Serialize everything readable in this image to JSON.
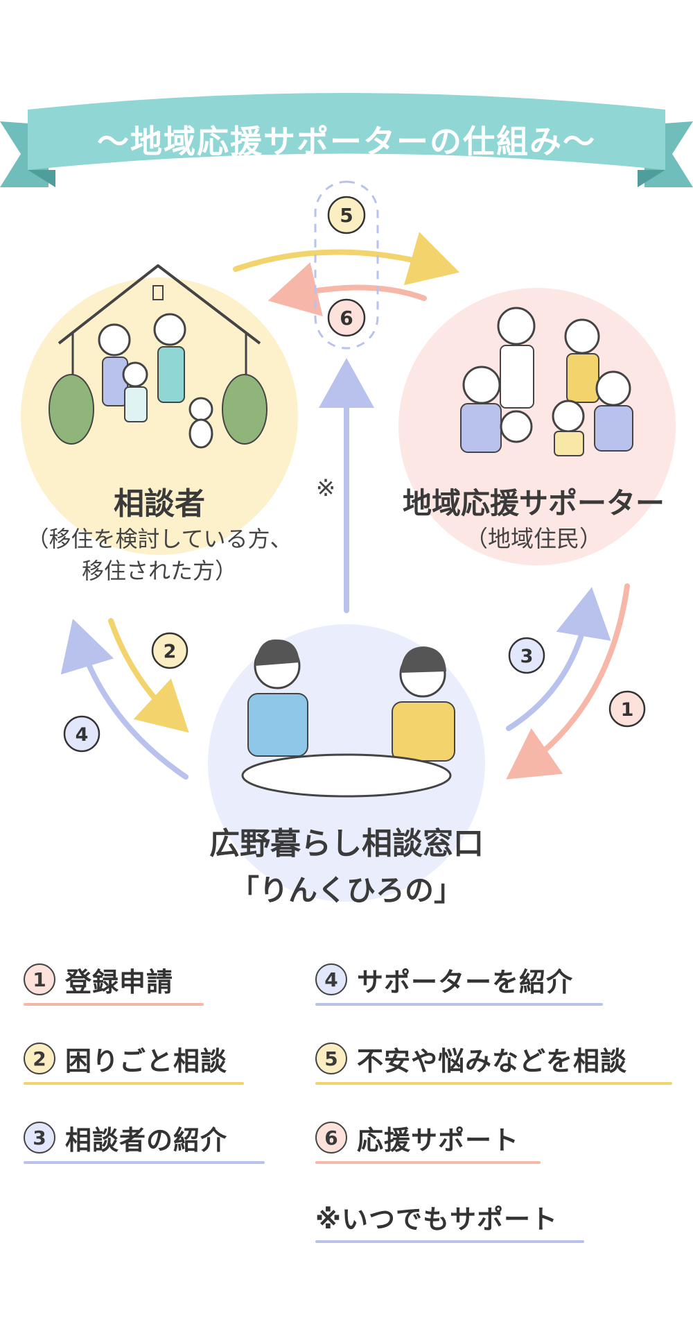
{
  "title": "〜地域応援サポーターの仕組み〜",
  "nodes": {
    "consultant": {
      "name": "相談者",
      "sub1": "（移住を検討している方、",
      "sub2": "移住された方）"
    },
    "supporter": {
      "name": "地域応援サポーター",
      "sub": "（地域住民）"
    },
    "office": {
      "name": "広野暮らし相談窓口",
      "sub": "「りんくひろの」"
    }
  },
  "steps": [
    "①",
    "②",
    "③",
    "④",
    "⑤",
    "⑥"
  ],
  "step_numbers": [
    "1",
    "2",
    "3",
    "4",
    "5",
    "6"
  ],
  "note_mark": "※",
  "legend": [
    {
      "num": "1",
      "label": "登録申請",
      "color": "#f6b7a8"
    },
    {
      "num": "2",
      "label": "困りごと相談",
      "color": "#f3d36b"
    },
    {
      "num": "3",
      "label": "相談者の紹介",
      "color": "#b9c2ec"
    },
    {
      "num": "4",
      "label": "サポーターを紹介",
      "color": "#b9c2ec"
    },
    {
      "num": "5",
      "label": "不安や悩みなどを相談",
      "color": "#f3d36b"
    },
    {
      "num": "6",
      "label": "応援サポート",
      "color": "#f6b7a8"
    }
  ],
  "note": "※いつでもサポート",
  "colors": {
    "banner": "#8fd6d4",
    "banner_dark": "#5fb2b0",
    "yellow": "#f3d36b",
    "pink": "#f6b7a8",
    "lavender": "#b9c2ec",
    "consultant_bg": "#fdf1cc",
    "supporter_bg": "#fde7e4",
    "office_bg": "#eaeefc"
  }
}
